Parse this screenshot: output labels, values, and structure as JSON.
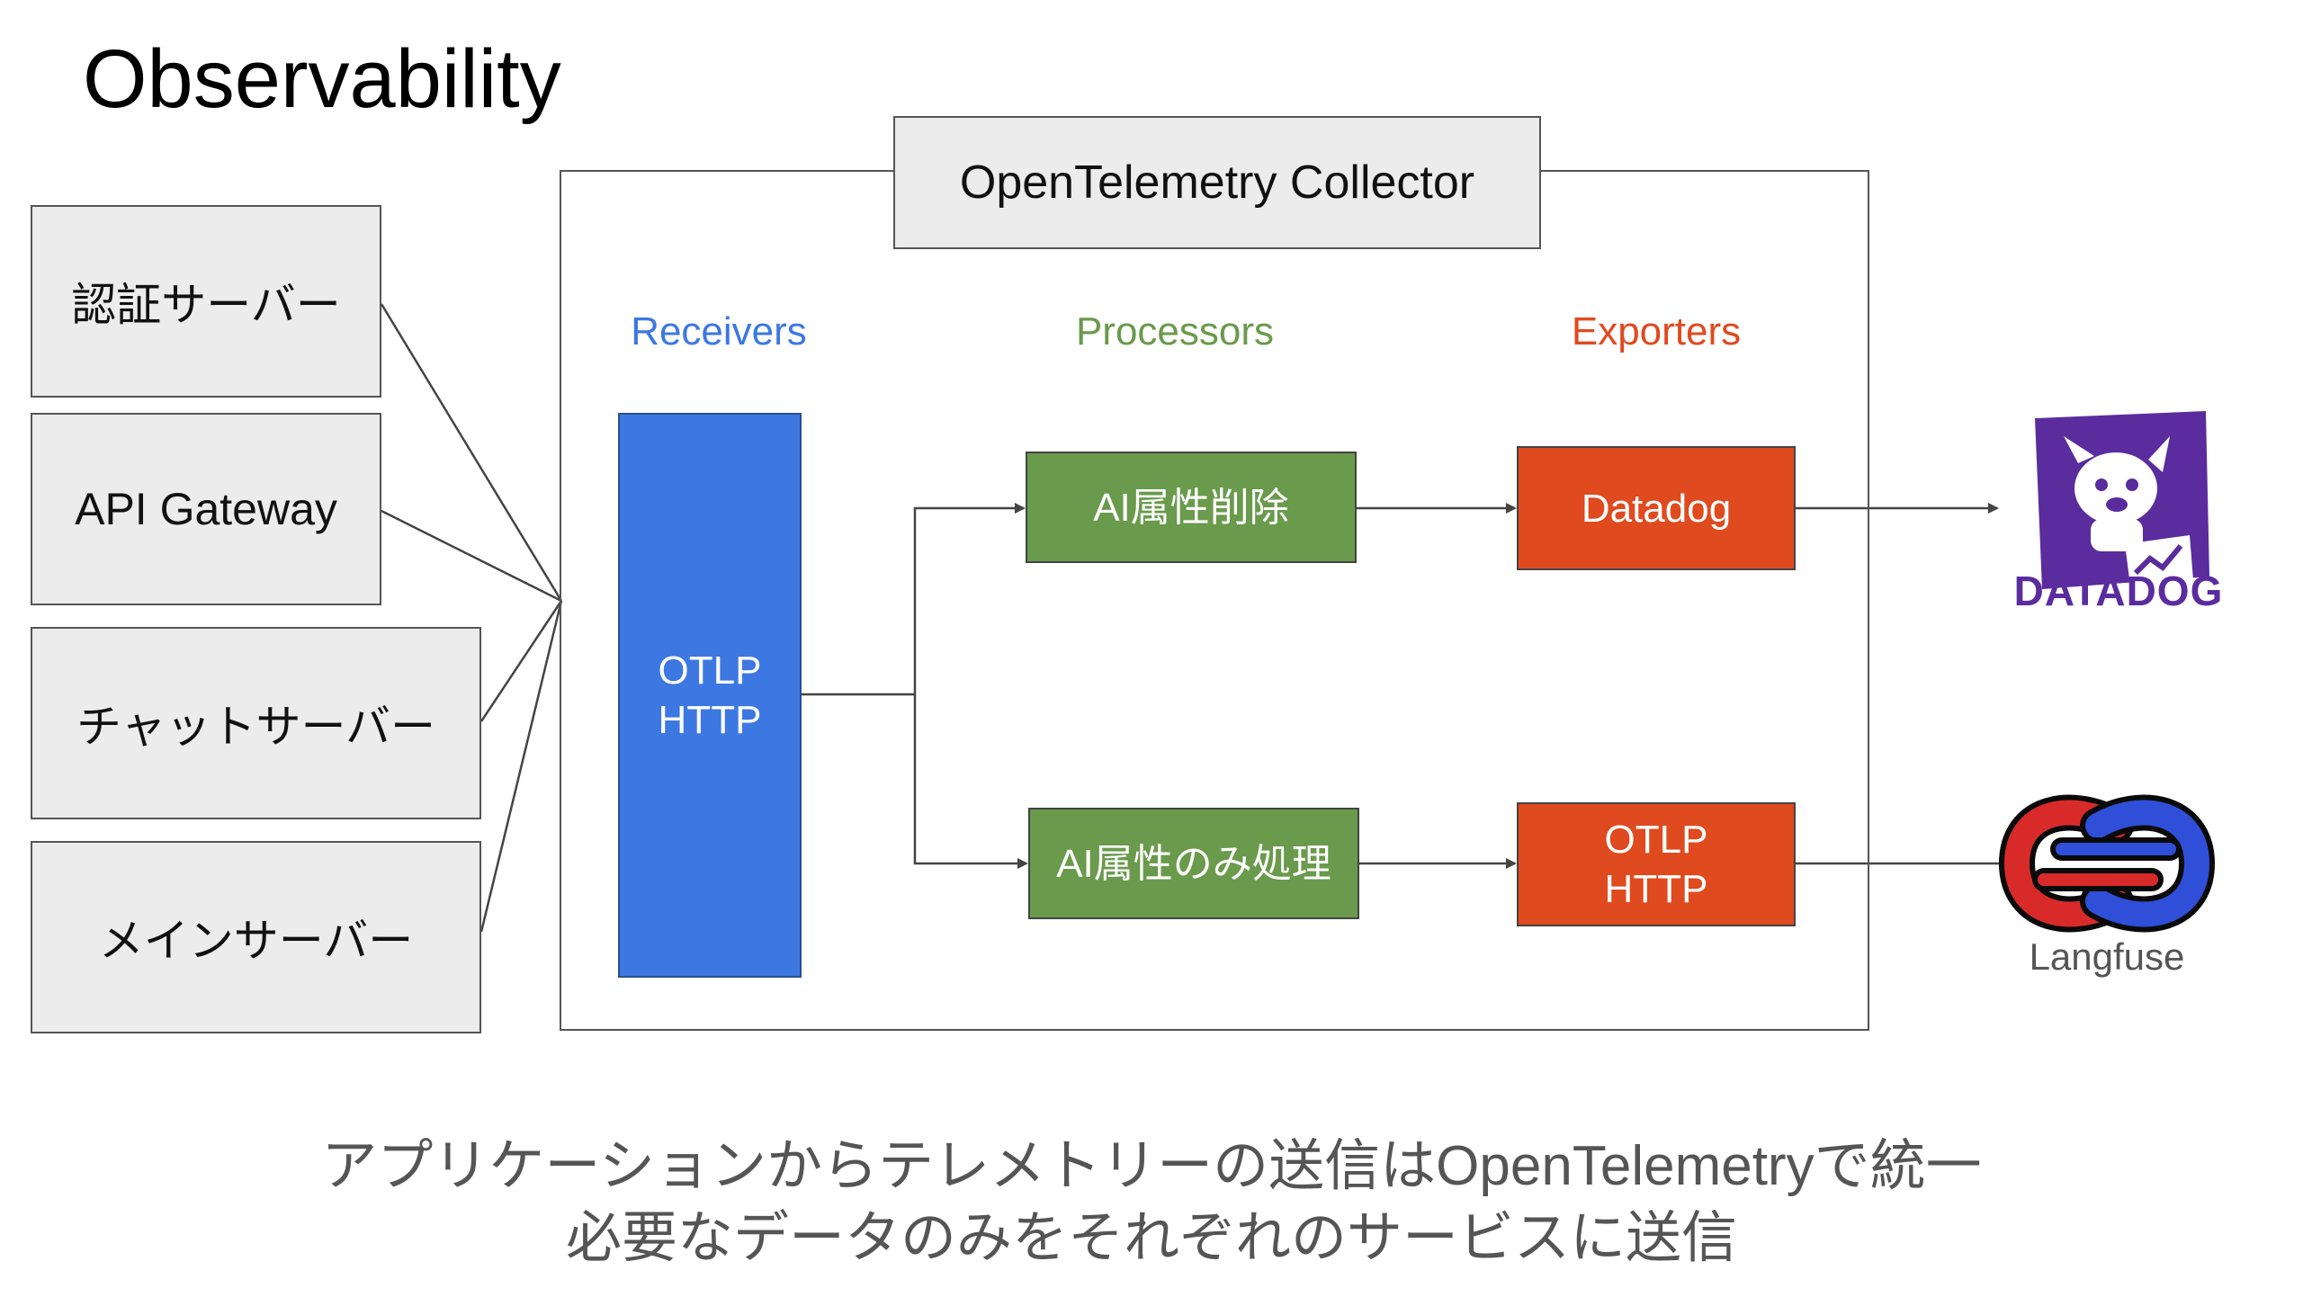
{
  "title": "Observability",
  "sources": [
    "認証サーバー",
    "API Gateway",
    "チャットサーバー",
    "メインサーバー"
  ],
  "collector": {
    "title": "OpenTelemetry Collector"
  },
  "stages": {
    "receivers": "Receivers",
    "processors": "Processors",
    "exporters": "Exporters"
  },
  "receiver": "OTLP\nHTTP",
  "processors": [
    "AI属性削除",
    "AI属性のみ処理"
  ],
  "exporters": [
    "Datadog",
    "OTLP\nHTTP"
  ],
  "destinations": {
    "datadog": "DATADOG",
    "langfuse": "Langfuse"
  },
  "footer": [
    "アプリケーションからテレメトリーの送信はOpenTelemetryで統一",
    "必要なデータのみをそれぞれのサービスに送信"
  ],
  "colors": {
    "receivers": "#3d78e2",
    "processors": "#6a9a4b",
    "exporters": "#e04a1f",
    "datadog": "#5a2c9e"
  }
}
